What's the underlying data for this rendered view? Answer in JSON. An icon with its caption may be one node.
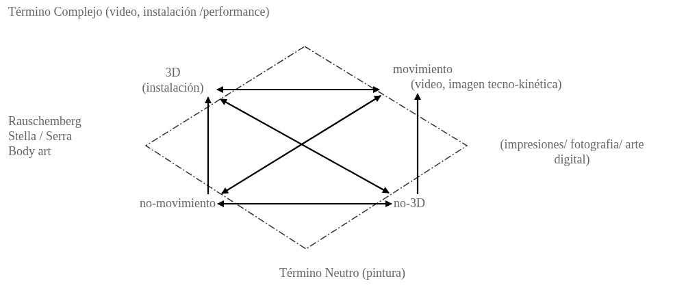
{
  "diagram": {
    "title": "Término Complejo (video, instalación /performance)",
    "caption": "Término Neutro (pintura)",
    "nodes": [
      {
        "text": [
          "3D",
          "(instalación)"
        ]
      },
      {
        "text": [
          "movimiento",
          "(video, imagen tecno-kinética)"
        ]
      },
      {
        "text": [
          "no-movimiento"
        ]
      },
      {
        "text": [
          "no-3D"
        ]
      }
    ],
    "edges": [
      {
        "from": 0,
        "to": 1,
        "arrow": "both"
      },
      {
        "from": 2,
        "to": 0,
        "arrow": "to"
      },
      {
        "from": 3,
        "to": 1,
        "arrow": "to"
      },
      {
        "from": 0,
        "to": 3,
        "arrow": "both"
      },
      {
        "from": 1,
        "to": 2,
        "arrow": "both"
      },
      {
        "from": 2,
        "to": 3,
        "arrow": "both"
      }
    ],
    "labels": [
      "Rauschemberg Stella / Serra Body art",
      "(impresiones/ fotografia/ arte digital)"
    ]
  }
}
